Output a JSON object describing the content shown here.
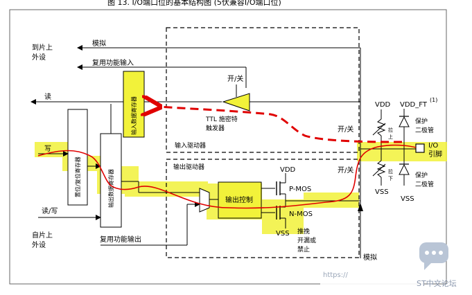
{
  "header": {
    "caption": "图 13. I/O端口位的基本结构图 (5伏兼容I/O端口位)"
  },
  "labels": {
    "to_peripheral": "到片上",
    "to_peripheral_2": "外设",
    "analog": "模拟",
    "alt_func_input": "复用功能输入",
    "read": "读",
    "input_data_register": "输入数据寄存器",
    "on_off_top": "开/关",
    "ttl_schmitt": "TTL 施密特",
    "ttl_schmitt_2": "触发器",
    "input_driver": "输入驱动器",
    "output_driver": "输出驱动器",
    "write": "写",
    "bit_set_reset_register": "置位/复位寄存器",
    "output_data_register": "输出数据寄存器",
    "read_write": "读/写",
    "from_peripheral": "自片上",
    "from_peripheral_2": "外设",
    "alt_func_output": "复用功能输出",
    "output_control": "输出控制",
    "vdd_pmos": "VDD",
    "pmos": "P-MOS",
    "nmos": "N-MOS",
    "vss_nmos": "VSS",
    "push_pull": "推挽",
    "open_drain": "开漏或",
    "disabled": "禁止",
    "on_off_mid": "开/关",
    "on_off_low": "开/关",
    "vdd_right": "VDD",
    "vdd_ft": "VDD_FT",
    "note_mark": "(1)",
    "pull_up": "拉",
    "pull_up_2": "上",
    "pull_down": "拉",
    "pull_down_2": "下",
    "vss_right": "VSS",
    "vss_diode": "VSS",
    "protect_1": "保护",
    "protect_1b": "二极管",
    "protect_2": "保护",
    "protect_2b": "二极管",
    "io": "I/O",
    "pin": "引脚",
    "analog_bottom": "模拟"
  },
  "watermark": {
    "url": "https://",
    "brand": "ST中文论坛"
  },
  "colors": {
    "highlight": "#f2f23a",
    "red_path": "#e00000",
    "dashed_path": "#e00000",
    "line": "#000000"
  }
}
